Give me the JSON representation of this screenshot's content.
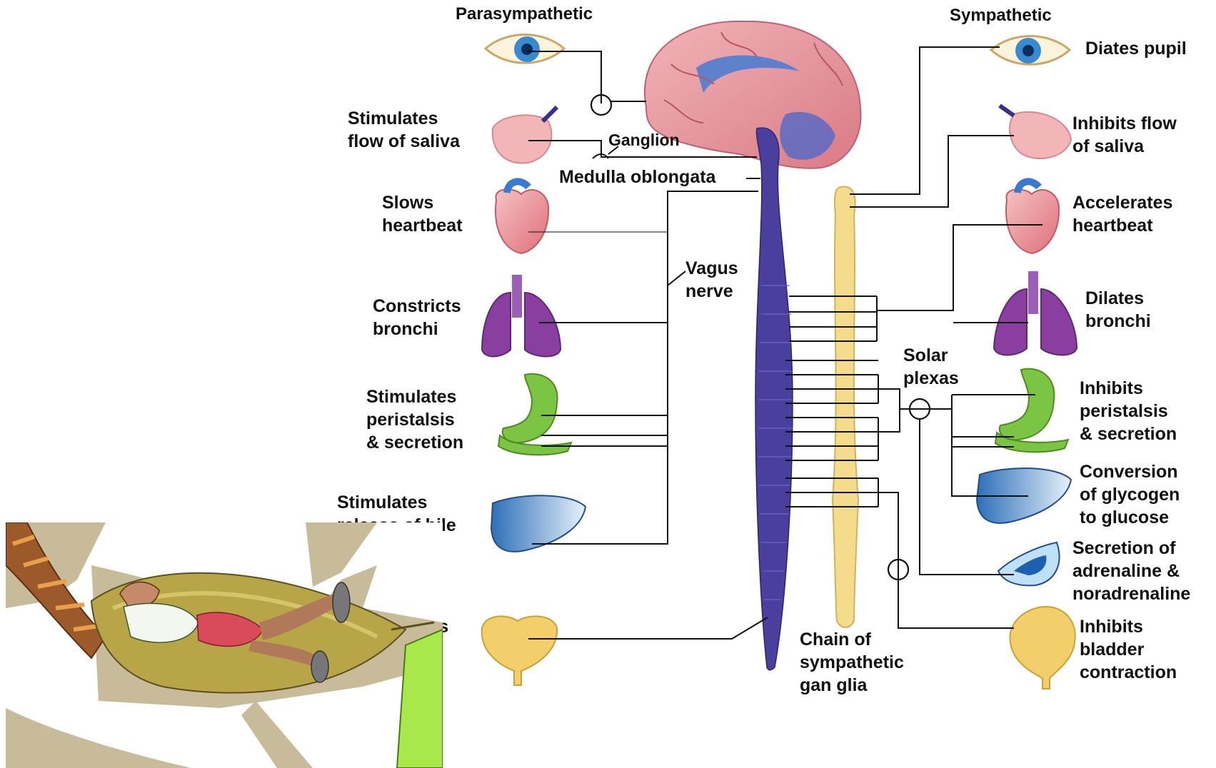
{
  "headings": {
    "left": "Parasympathetic",
    "right": "Sympathetic"
  },
  "parasympathetic_effects": [
    {
      "organ": "eye",
      "text": ""
    },
    {
      "organ": "salivary-gland",
      "text": "Stimulates\nflow of saliva"
    },
    {
      "organ": "heart",
      "text": "Slows\nheartbeat"
    },
    {
      "organ": "lungs",
      "text": "Constricts\nbronchi"
    },
    {
      "organ": "stomach",
      "text": "Stimulates\nperistalsis\n& secretion"
    },
    {
      "organ": "liver",
      "text": "Stimulates\nrelease of bile"
    },
    {
      "organ": "bladder",
      "text": "cts"
    }
  ],
  "sympathetic_effects": [
    {
      "organ": "eye",
      "text": "Diates pupil"
    },
    {
      "organ": "salivary-gland",
      "text": "Inhibits flow\nof saliva"
    },
    {
      "organ": "heart",
      "text": "Accelerates\nheartbeat"
    },
    {
      "organ": "lungs",
      "text": "Dilates\nbronchi"
    },
    {
      "organ": "stomach",
      "text": "Inhibits\nperistalsis\n& secretion"
    },
    {
      "organ": "liver",
      "text": "Conversion\nof glycogen\nto glucose"
    },
    {
      "organ": "adrenal-gland",
      "text": "Secretion of\nadrenaline &\nnoradrenaline"
    },
    {
      "organ": "bladder",
      "text": "Inhibits\nbladder\ncontraction"
    }
  ],
  "structures": {
    "ganglion": "Ganglion",
    "medulla": "Medulla oblongata",
    "vagus": "Vagus\nnerve",
    "solar_plexus": "Solar\nplexas",
    "chain": "Chain of\nsympathetic\ngan glia"
  },
  "colors": {
    "brain": "#e8a0a8",
    "spinal_cord": "#4b3f9e",
    "sympathetic_chain": "#f4dc8c",
    "heart": "#e98a90",
    "lungs": "#8a3fa0",
    "stomach": "#7cc444",
    "liver": "#3f86c8",
    "bladder": "#f2cf6a",
    "eye_iris": "#3a8ad0",
    "hammock": "#b8a548",
    "tree": "#9c5a2a",
    "grass": "#a8e84a"
  },
  "inset_image": {
    "subject": "man-relaxing-in-hammock"
  }
}
